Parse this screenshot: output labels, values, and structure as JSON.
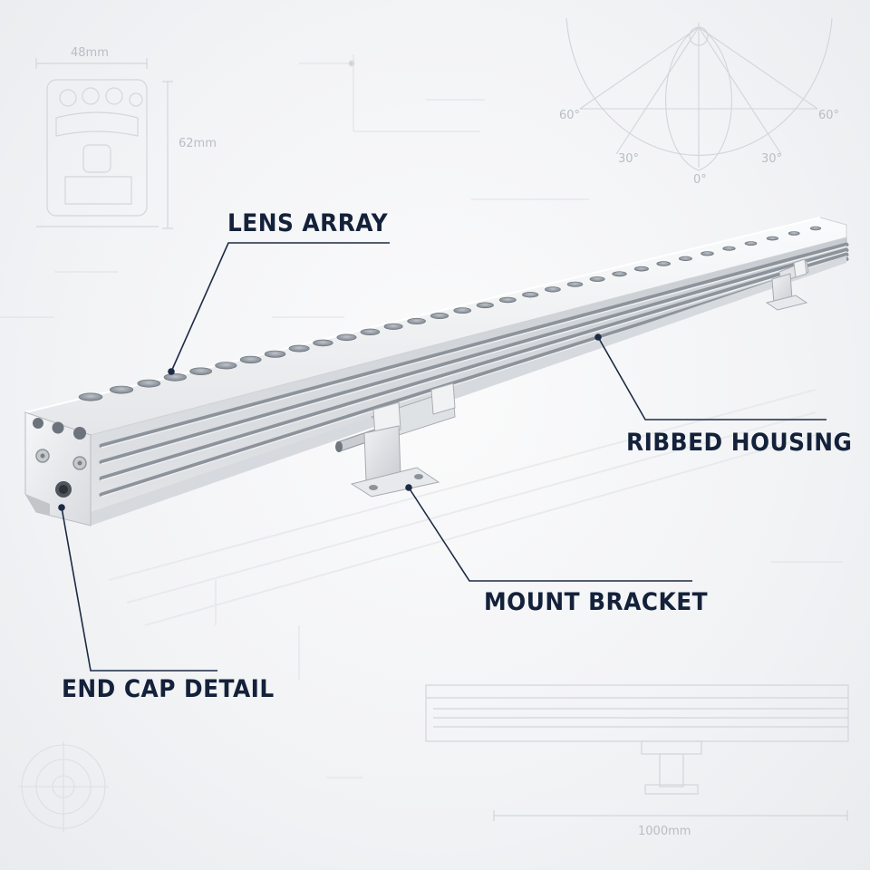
{
  "dimensions": {
    "width": "48mm",
    "height": "62mm",
    "length": "1000mm"
  },
  "beam_angles": {
    "left_60": "60°",
    "right_60": "60°",
    "left_30": "30°",
    "right_30": "30°",
    "center_0": "0°"
  },
  "callouts": {
    "lens_array": "LENS ARRAY",
    "ribbed_housing": "RIBBED HOUSING",
    "mount_bracket": "MOUNT BRACKET",
    "end_cap_detail": "END CAP DETAIL"
  },
  "colors": {
    "label_text": "#14213a",
    "leader_line": "#1c2a44",
    "blueprint_line": "#c9cdd3",
    "housing": "#e6e8ea",
    "rib_dark": "#8d939b"
  },
  "fixture": {
    "lens_count": 32
  }
}
